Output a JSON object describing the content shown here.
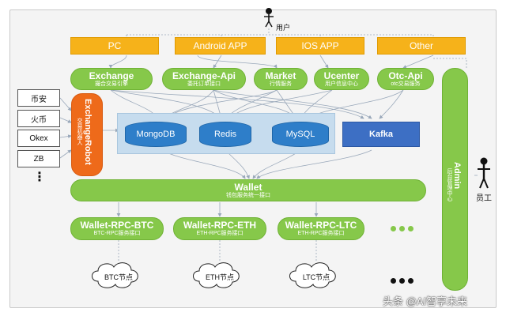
{
  "user_label": "用户",
  "staff_label": "员工",
  "clients": [
    "PC",
    "Android APP",
    "IOS APP",
    "Other"
  ],
  "services": [
    {
      "title": "Exchange",
      "sub": "撮合交易引擎"
    },
    {
      "title": "Exchange-Api",
      "sub": "委托订单接口"
    },
    {
      "title": "Market",
      "sub": "行情服务"
    },
    {
      "title": "Ucenter",
      "sub": "用户信息中心"
    },
    {
      "title": "Otc-Api",
      "sub": "otc交易服务"
    }
  ],
  "exchanges": [
    "币安",
    "火币",
    "Okex",
    "ZB",
    "⋮"
  ],
  "robot": {
    "title": "ExchangeRobot",
    "sub": "交易机器人"
  },
  "storage": {
    "mongodb": "MongoDB",
    "redis": "Redis",
    "mysql": "MySQL",
    "kafka": "Kafka"
  },
  "wallet": {
    "title": "Wallet",
    "sub": "钱包服务统一接口"
  },
  "wallet_rpcs": [
    {
      "title": "Wallet-RPC-BTC",
      "sub": "BTC-RPC服务接口",
      "node": "BTC节点"
    },
    {
      "title": "Wallet-RPC-ETH",
      "sub": "ETH-RPC服务接口",
      "node": "ETH节点"
    },
    {
      "title": "Wallet-RPC-LTC",
      "sub": "ETH-RPC服务接口",
      "node": "LTC节点"
    }
  ],
  "admin": {
    "title": "Admin",
    "sub": "后台管理中心"
  },
  "watermark": "头条 @AI智享未来",
  "colors": {
    "client": "#f6b21a",
    "service": "#86c84a",
    "robot": "#ee6a1a",
    "db": "#2e7ec9",
    "kafka": "#3d6fc4",
    "storage_bg": "#c6dcee"
  }
}
